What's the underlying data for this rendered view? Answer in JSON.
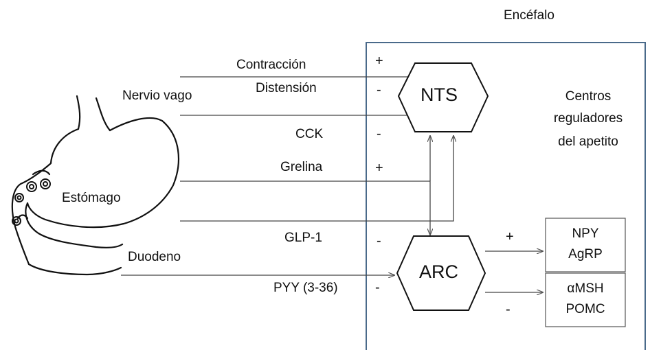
{
  "title": "Encéfalo",
  "organs": {
    "stomach": "Estómago",
    "duodenum": "Duodeno",
    "vagus": "Nervio vago"
  },
  "signals": [
    {
      "name": "Contracción",
      "sign": "+"
    },
    {
      "name": "Distensión",
      "sign": "-"
    },
    {
      "name": "CCK",
      "sign": "-"
    },
    {
      "name": "Grelina",
      "sign": "+"
    },
    {
      "name": "GLP-1",
      "sign": "-"
    },
    {
      "name": "PYY (3-36)",
      "sign": "-"
    }
  ],
  "nuclei": {
    "nts": "NTS",
    "arc": "ARC"
  },
  "centers_label": [
    "Centros",
    "reguladores",
    "del apetito"
  ],
  "outputs": [
    {
      "lines": [
        "NPY",
        "AgRP"
      ],
      "sign": "+"
    },
    {
      "lines": [
        "αMSH",
        "POMC"
      ],
      "sign": "-"
    }
  ]
}
